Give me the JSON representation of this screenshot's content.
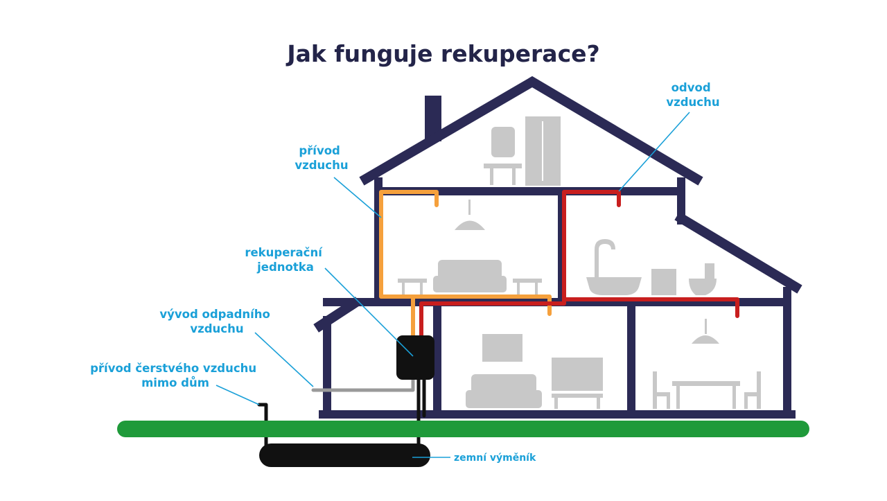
{
  "title": "Jak funguje rekuperace?",
  "labels": {
    "supply_air": [
      "přívod",
      "vzduchu"
    ],
    "exhaust_air": [
      "odvod",
      "vzduchu"
    ],
    "recovery_unit": [
      "rekuperační",
      "jednotka"
    ],
    "waste_air_outlet": [
      "vývod odpadního",
      "vzduchu"
    ],
    "fresh_air_intake": [
      "přívod čerstvého vzduchu",
      "mimo dům"
    ],
    "ground_exchanger": "zemní výměník"
  },
  "colors": {
    "title": "#232449",
    "label": "#1aa0d8",
    "house_outline": "#2b2a55",
    "furniture": "#c8c8c8",
    "supply_duct": "#f5a03c",
    "exhaust_duct": "#c81e1e",
    "outlet_duct": "#9a9a9a",
    "ground": "#1f9a3a",
    "unit": "#111111"
  }
}
